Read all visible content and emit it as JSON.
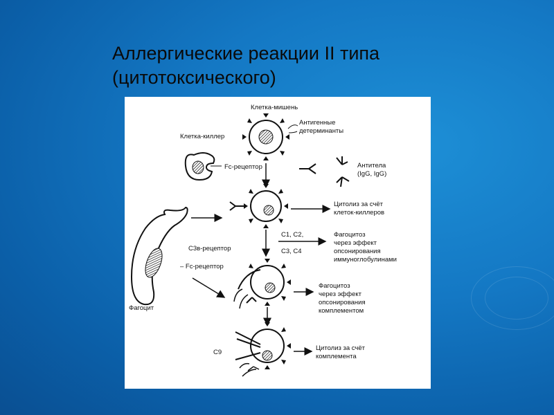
{
  "slide": {
    "title_line1": "Аллергические реакции II типа",
    "title_line2": "(цитотоксического)"
  },
  "diagram": {
    "target_cell": "Клетка-мишень",
    "antigen_det_1": "Антигенные",
    "antigen_det_2": "детерминанты",
    "killer_cell": "Клетка-киллер",
    "fc_receptor": "Fc-рецептор",
    "antibodies_1": "Антитела",
    "antibodies_2": "(IgG, IgG)",
    "cytolysis_killer_1": "Цитолиз за счёт",
    "cytolysis_killer_2": "клеток-киллеров",
    "complement_c1c2": "С1, С2,",
    "complement_c3c4": "С3, С4",
    "phago_ig_1": "Фагоцитоз",
    "phago_ig_2": "через эффект",
    "phago_ig_3": "опсонирования",
    "phago_ig_4": "иммуноглобулинами",
    "c3b_receptor": "С3в-рецептор",
    "fc_receptor_2": "– Fc-рецептор",
    "phagocyte": "Фагоцит",
    "phago_c_1": "Фагоцитоз",
    "phago_c_2": "через эффект",
    "phago_c_3": "опсонирования",
    "phago_c_4": "комплементом",
    "c9": "С9",
    "cytolysis_c_1": "Цитолиз за счёт",
    "cytolysis_c_2": "комплемента"
  }
}
